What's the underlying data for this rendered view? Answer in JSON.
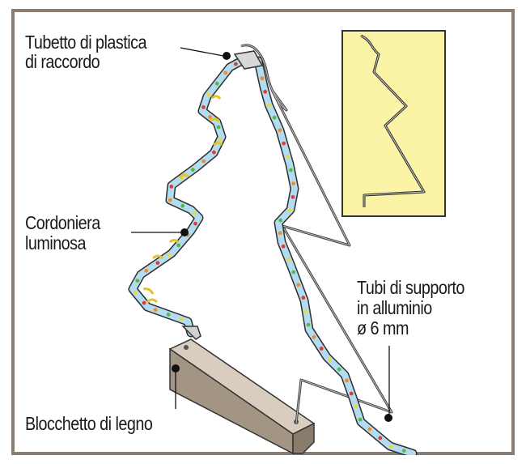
{
  "labels": {
    "tube_connector": [
      "Tubetto di plastica",
      "di raccordo"
    ],
    "light_cord": [
      "Cordoniera",
      "luminosa"
    ],
    "support_tubes": [
      "Tubi di supporto",
      "in alluminio",
      "ø 6 mm"
    ],
    "wood_block": "Blocchetto di legno"
  },
  "colors": {
    "frame": "#8a7e72",
    "inset_background": "#fbf4a6",
    "wood_top": "#cfc3b5",
    "wood_front": "#9d8f80",
    "cord": "#a9d9ef",
    "rod": "#575757"
  }
}
